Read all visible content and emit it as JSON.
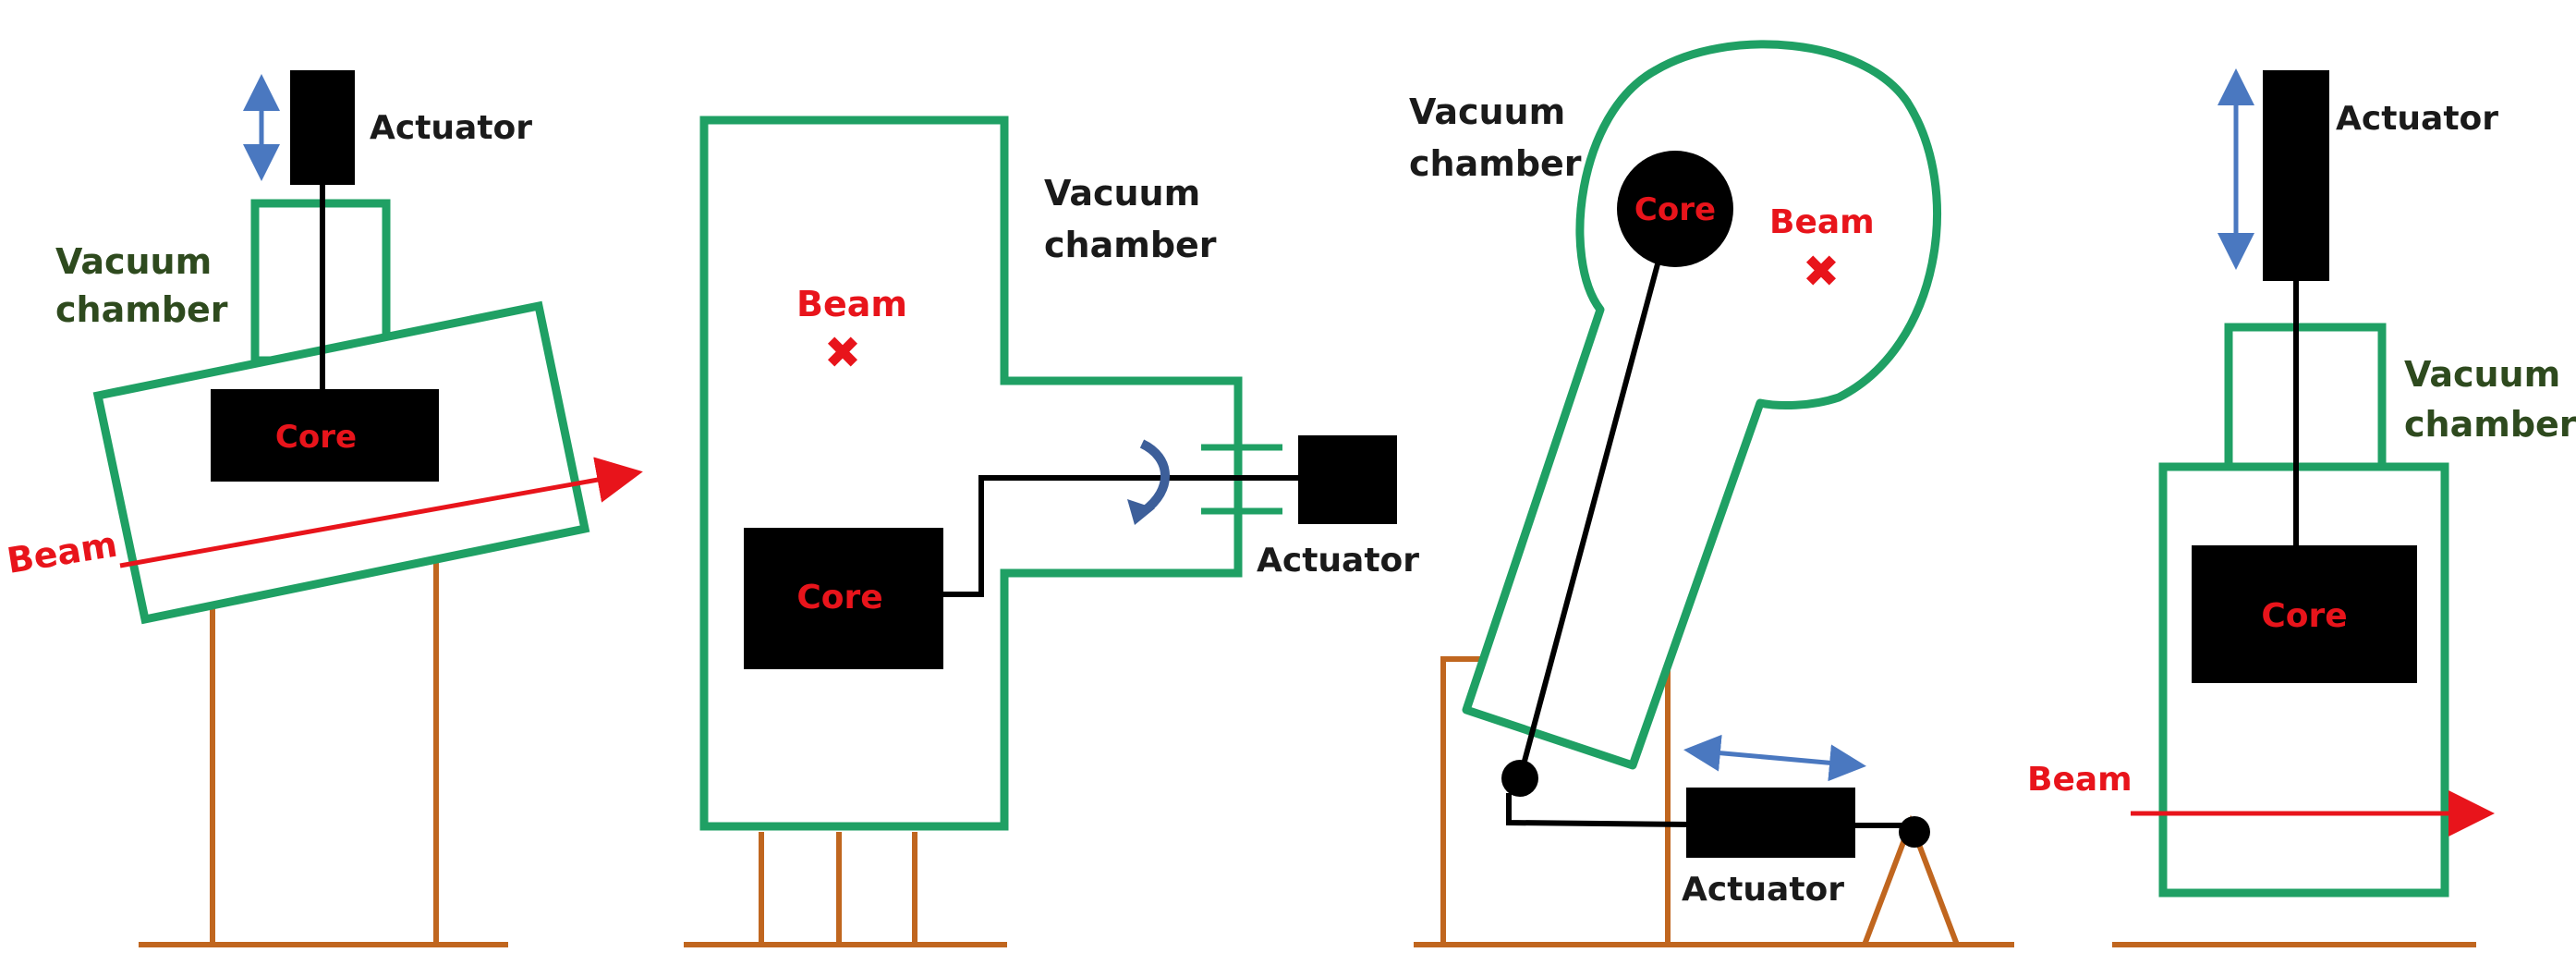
{
  "colors": {
    "chamber": "#1fa064",
    "core": "#000000",
    "support": "#c0661f",
    "beam": "#e8141b",
    "motion_arrow": "#4a78c0",
    "rotation_arrow": "#3d5f9a"
  },
  "panels": [
    {
      "id": "panel1",
      "actuator_label": "Actuator",
      "chamber_label_line1": "Vacuum",
      "chamber_label_line2": "chamber",
      "core_label": "Core",
      "beam_label": "Beam"
    },
    {
      "id": "panel2",
      "chamber_label_line1": "Vacuum",
      "chamber_label_line2": "chamber",
      "beam_label": "Beam",
      "beam_marker": "✖",
      "core_label": "Core",
      "actuator_label": "Actuator"
    },
    {
      "id": "panel3",
      "chamber_label_line1": "Vacuum",
      "chamber_label_line2": "chamber",
      "core_label": "Core",
      "beam_label": "Beam",
      "beam_marker": "✖",
      "actuator_label": "Actuator"
    },
    {
      "id": "panel4",
      "actuator_label": "Actuator",
      "chamber_label_line1": "Vacuum",
      "chamber_label_line2": "chamber",
      "core_label": "Core",
      "beam_label": "Beam"
    }
  ]
}
